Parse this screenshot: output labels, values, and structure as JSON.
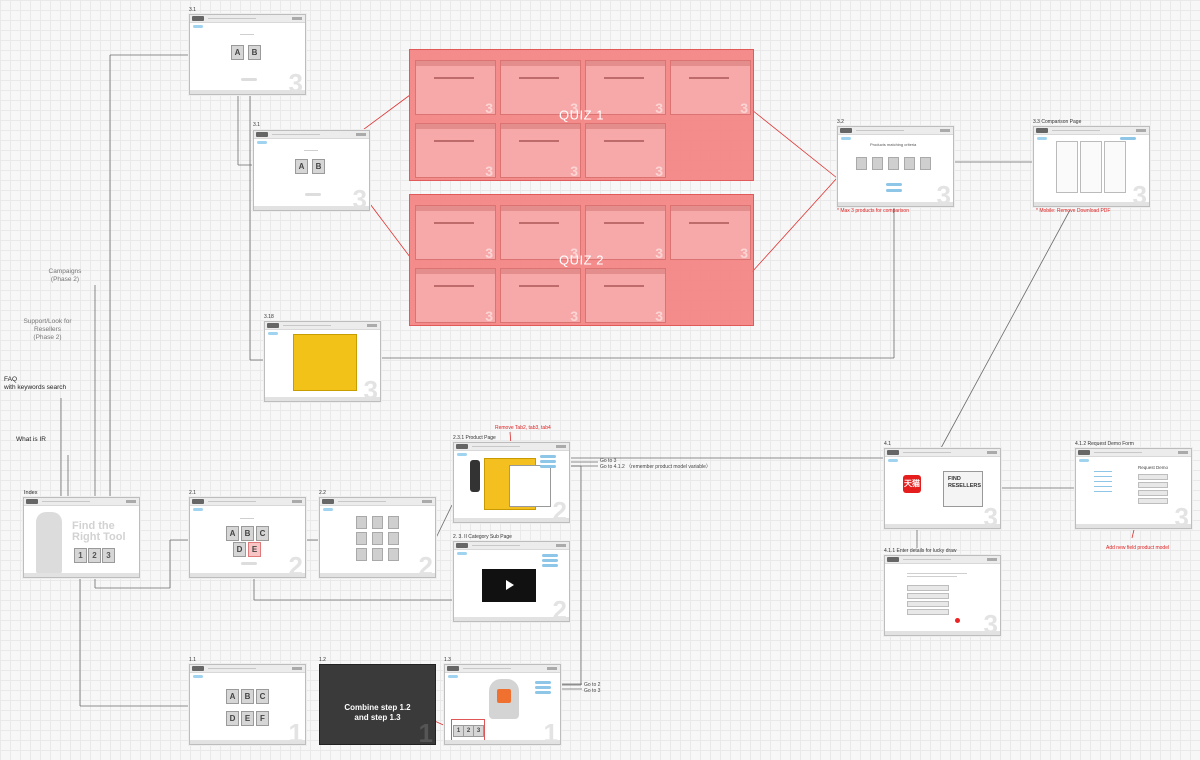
{
  "colors": {
    "quiz_fill": "#f57d7d",
    "connector": "#666666",
    "red_connector": "#e03030",
    "link_blue": "#8ec6e8",
    "note_red": "#e02020"
  },
  "left_labels": {
    "campaigns": "Campaigns\n(Phase 2)",
    "support": "Support/Look for\nResellers\n(Phase 2)",
    "faq": "FAQ\nwith keywords search",
    "what_is_ir": "What is IR",
    "index": "Index"
  },
  "index_screen": {
    "title_line1": "Find the",
    "title_line2": "Right Tool",
    "steps": [
      "1",
      "2",
      "3"
    ]
  },
  "screens": {
    "s31a": {
      "id": "3.1",
      "cards": [
        "A",
        "B"
      ],
      "number": "3"
    },
    "s31b": {
      "id": "3.1",
      "cards": [
        "A",
        "B"
      ],
      "number": "3"
    },
    "s318": {
      "id": "3.18",
      "number": "3"
    },
    "s32": {
      "id": "3.2",
      "heading": "Products matching criteria",
      "number": "3"
    },
    "s33": {
      "id": "3.3 Comparison Page",
      "number": "3"
    },
    "s21": {
      "id": "2.1",
      "cards": [
        "A",
        "B",
        "C",
        "D",
        "E"
      ],
      "number": "2"
    },
    "s22": {
      "id": "2.2",
      "number": "2"
    },
    "s231": {
      "id": "2.3.1 Product Page",
      "number": "2"
    },
    "s232": {
      "id": "2. 3. II Category Sub Page",
      "number": "2"
    },
    "s41": {
      "id": "4.1",
      "tmall": "天猫",
      "find": "FIND\nRESELLERS",
      "number": "3"
    },
    "s411": {
      "id": "4.1.1 Enter details for lucky draw",
      "number": "3"
    },
    "s412": {
      "id": "4.1.2 Request Demo Form",
      "heading": "Request Demo",
      "number": "3"
    },
    "s11": {
      "id": "1.1",
      "cards": [
        "A",
        "B",
        "C",
        "D",
        "E",
        "F"
      ],
      "number": "1"
    },
    "s12": {
      "id": "1.2",
      "overlay": "Combine step 1.2\nand step 1.3",
      "number": "1"
    },
    "s13": {
      "id": "1.3",
      "steps": [
        "1",
        "2",
        "3"
      ],
      "number": "1"
    }
  },
  "quizzes": [
    {
      "label": "QUIZ 1"
    },
    {
      "label": "QUIZ 2"
    }
  ],
  "notes": {
    "max3": "* Max 3 products for comparison",
    "mobile_pdf": "* Mobile: Remove Download PDF",
    "remove_tabs": "Remove Tab2, tab3, tab4",
    "goto3": "Go to 3",
    "goto412": "Go to 4.1.2 （remember product model variable）",
    "goto2": "Go to 2",
    "goto3b": "Go to 3",
    "add_field": "Add new field product model"
  }
}
